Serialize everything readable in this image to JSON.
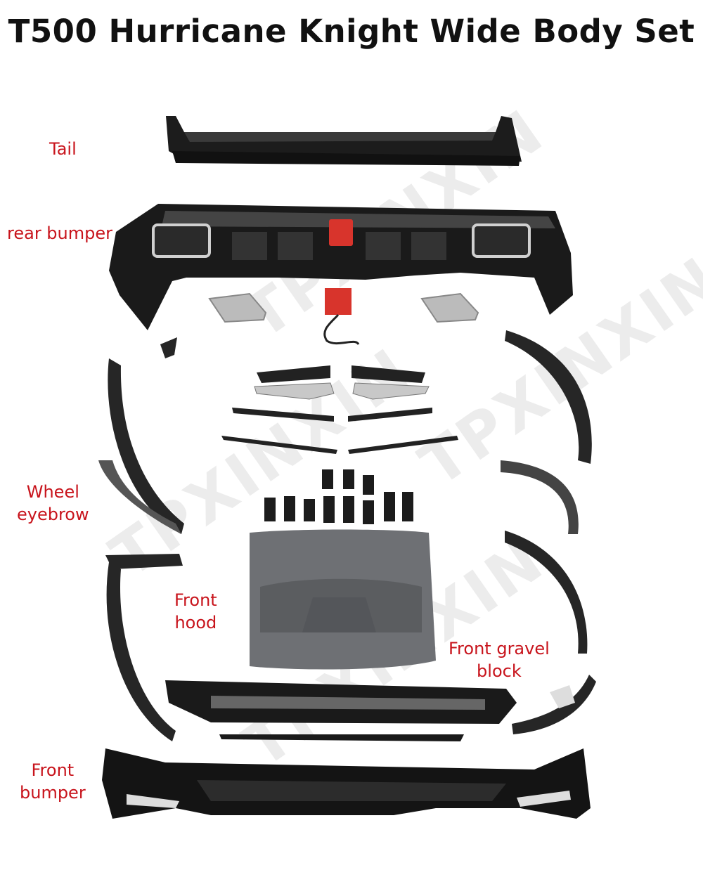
{
  "title": "T500 Hurricane Knight Wide Body Set",
  "watermark": "TPXINXIN",
  "labels": {
    "tail": "Tail",
    "rear_bumper": "rear bumper",
    "wheel_eyebrow_1": "Wheel",
    "wheel_eyebrow_2": "eyebrow",
    "front_hood_1": "Front",
    "front_hood_2": "hood",
    "front_gravel_block_1": "Front gravel",
    "front_gravel_block_2": "block",
    "front_bumper_1": "Front",
    "front_bumper_2": "bumper"
  },
  "colors": {
    "label": "#c8141c",
    "part": "#1a1a1a",
    "chrome": "#cfcfcf",
    "lamp": "#d8342c"
  }
}
